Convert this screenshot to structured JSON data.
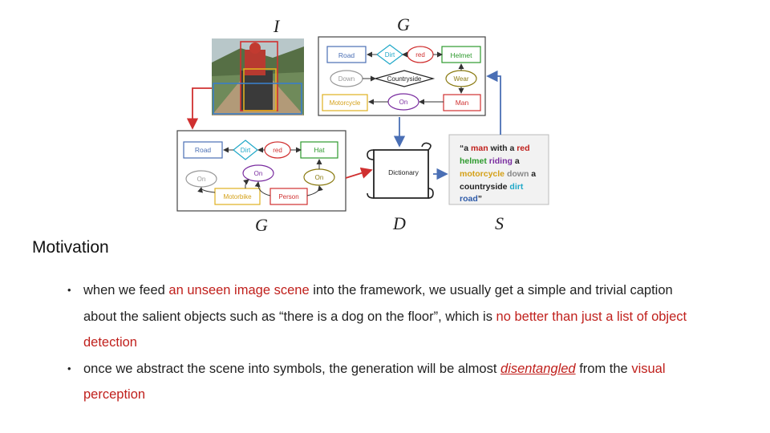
{
  "diagram": {
    "symbols": {
      "image": "I",
      "graph_top": "G",
      "graph_bottom": "G",
      "dictionary": "D",
      "sentence": "S"
    },
    "top_graph": {
      "nodes": {
        "road": "Road",
        "dirt": "Dirt",
        "red": "red",
        "helmet": "Helmet",
        "down": "Down",
        "countryside": "Countryside",
        "wear": "Wear",
        "motorcycle": "Motorcycle",
        "on": "On",
        "man": "Man"
      }
    },
    "bottom_graph": {
      "nodes": {
        "road": "Road",
        "dirt": "Dirt",
        "red": "red",
        "hat": "Hat",
        "on_left": "On",
        "on_mid": "On",
        "on_right": "On",
        "motorbike": "Motorbike",
        "person": "Person"
      }
    },
    "dictionary_label": "Dictionary",
    "caption_tokens": [
      {
        "text": "“a ",
        "color": "#222222"
      },
      {
        "text": "man",
        "color": "#c0201c"
      },
      {
        "text": " with a ",
        "color": "#222222"
      },
      {
        "text": "red",
        "color": "#c0201c"
      },
      {
        "text": "helmet",
        "color": "#2d9a2d"
      },
      {
        "text": " riding ",
        "color": "#7a2da0"
      },
      {
        "text": "a",
        "color": "#222222"
      },
      {
        "text": "motorcycle",
        "color": "#d4a017"
      },
      {
        "text": " down ",
        "color": "#888888"
      },
      {
        "text": "a",
        "color": "#222222"
      },
      {
        "text": "countryside",
        "color": "#222222"
      },
      {
        "text": " dirt",
        "color": "#1fa8c8"
      },
      {
        "text": "road",
        "color": "#2d5aa8"
      },
      {
        "text": "”",
        "color": "#222222"
      }
    ]
  },
  "slide": {
    "title": "Motivation",
    "bullet_dot": "•",
    "bullet1": {
      "p1": "when we feed ",
      "p2": "an unseen image scene",
      "p3": " into the framework, we usually get a simple and trivial caption about the salient objects such as “there is a dog on the floor”, which is ",
      "p4": "no better than just a list of object detection"
    },
    "bullet2": {
      "p1": "once we abstract the scene into symbols, the generation will be almost ",
      "p2": "disentangled",
      "p3": " from the ",
      "p4": "visual perception"
    }
  }
}
